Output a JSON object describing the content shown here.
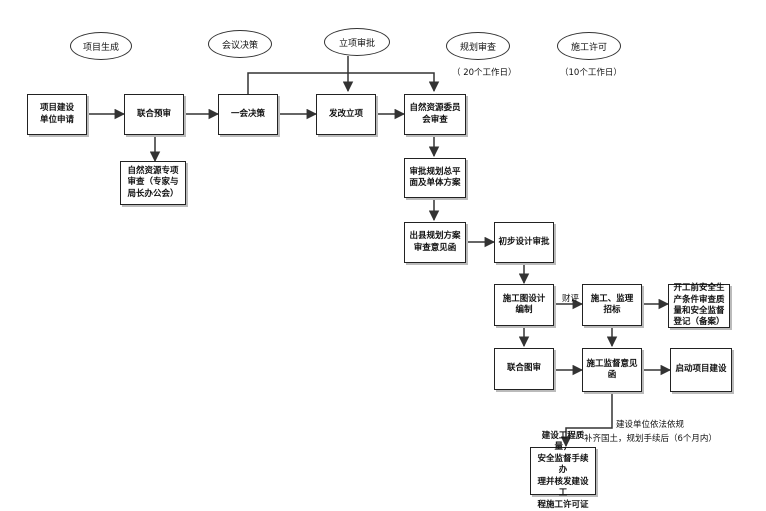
{
  "stages": [
    {
      "id": "s1",
      "label": "项目生成"
    },
    {
      "id": "s2",
      "label": "会议决策"
    },
    {
      "id": "s3",
      "label": "立项审批"
    },
    {
      "id": "s4",
      "label": "规划审查"
    },
    {
      "id": "s5",
      "label": "施工许可"
    }
  ],
  "stage_notes": {
    "s4": "（ 20个工作日）",
    "s5": "（10个工作日）"
  },
  "nodes": {
    "n1": "项目建设\n单位申请",
    "n2": "联合预审",
    "n3": "一会决策",
    "n4": "发改立项",
    "n5": "自然资源委员\n会审查",
    "n6": "自然资源专项\n审查（专家与\n局长办公会）",
    "n7": "审批规划总平\n面及单体方案",
    "n8": "出县规划方案\n审查意见函",
    "n9": "初步设计审批",
    "n10": "施工图设计\n编制",
    "n11": "施工、监理\n招标",
    "n12": "开工前安全生\n产条件审查质\n量和安全监督\n登记（备案）",
    "n13": "联合图审",
    "n14": "施工监督意见\n函",
    "n15": "启动项目建设",
    "n16": "建设工程质量，\n安全监督手续办\n理并核发建设工\n程施工许可证"
  },
  "edge_labels": {
    "e_pingping": "财评",
    "e_bottom_1": "建设单位依法依规",
    "e_bottom_2": "补齐国土，规划手续后（6个月内）"
  },
  "colors": {
    "line": "#333333",
    "border": "#222222"
  }
}
